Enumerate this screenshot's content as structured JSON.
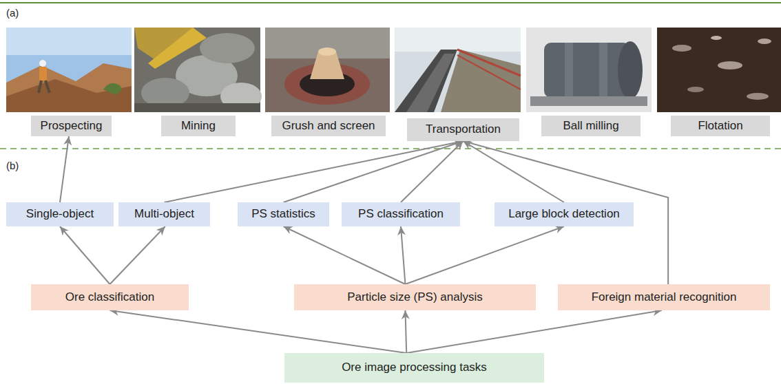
{
  "diagram": {
    "nodes": [
      {
        "text": [
          "Prospecting"
        ]
      },
      {
        "text": [
          "Mining"
        ]
      },
      {
        "text": [
          "Grush and screen"
        ]
      },
      {
        "text": [
          "Transportation"
        ]
      },
      {
        "text": [
          "Ball milling"
        ]
      },
      {
        "text": [
          "Flotation"
        ]
      },
      {
        "text": [
          "Single-object"
        ]
      },
      {
        "text": [
          "Multi-object"
        ]
      },
      {
        "text": [
          "PS statistics"
        ]
      },
      {
        "text": [
          "PS classification"
        ]
      },
      {
        "text": [
          "Large block detection"
        ]
      },
      {
        "text": [
          "Ore classification"
        ]
      },
      {
        "text": [
          "Particle size (PS) analysis"
        ]
      },
      {
        "text": [
          "Foreign material recognition"
        ]
      },
      {
        "text": [
          "Ore image processing tasks"
        ]
      }
    ],
    "edges": [
      {
        "from": 14,
        "to": 11,
        "arrow": "to"
      },
      {
        "from": 14,
        "to": 12,
        "arrow": "to"
      },
      {
        "from": 14,
        "to": 13,
        "arrow": "to"
      },
      {
        "from": 11,
        "to": 6,
        "arrow": "to"
      },
      {
        "from": 11,
        "to": 7,
        "arrow": "to"
      },
      {
        "from": 12,
        "to": 8,
        "arrow": "to"
      },
      {
        "from": 12,
        "to": 9,
        "arrow": "to"
      },
      {
        "from": 12,
        "to": 10,
        "arrow": "to"
      },
      {
        "from": 6,
        "to": 0,
        "arrow": "to"
      },
      {
        "from": 7,
        "to": 3,
        "arrow": "to"
      },
      {
        "from": 8,
        "to": 3,
        "arrow": "to"
      },
      {
        "from": 9,
        "to": 3,
        "arrow": "to"
      },
      {
        "from": 10,
        "to": 3,
        "arrow": "to"
      },
      {
        "from": 13,
        "to": 3,
        "arrow": "to"
      }
    ],
    "labels": [
      "(a)",
      "(b)"
    ]
  }
}
